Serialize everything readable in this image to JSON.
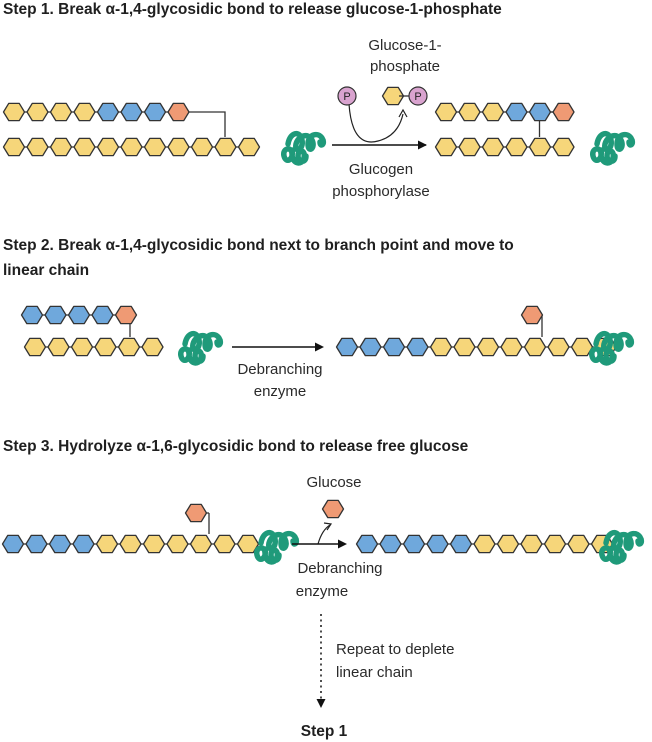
{
  "colors": {
    "glucose": "#f6d67a",
    "branch": "#6fa8dc",
    "terminal": "#ef9a74",
    "phosphate": "#d9a3cf",
    "enzyme": "#1f9a7a"
  },
  "step1": {
    "title": "Step 1. Break α-1,4-glycosidic bond to release glucose-1-phosphate",
    "product_label_line1": "Glucose-1-",
    "product_label_line2": "phosphate",
    "enzyme_line1": "Glucogen",
    "enzyme_line2": "phosphorylase",
    "phosphate_symbol": "P"
  },
  "step2": {
    "title_line1": "Step 2. Break α-1,4-glycosidic bond next to branch point and move to",
    "title_line2": "linear chain",
    "enzyme_line1": "Debranching",
    "enzyme_line2": "enzyme"
  },
  "step3": {
    "title": "Step 3. Hydrolyze α-1,6-glycosidic bond to release free glucose",
    "product_label": "Glucose",
    "enzyme_line1": "Debranching",
    "enzyme_line2": "enzyme",
    "repeat_line1": "Repeat to deplete",
    "repeat_line2": "linear chain",
    "loop_label": "Step 1"
  }
}
